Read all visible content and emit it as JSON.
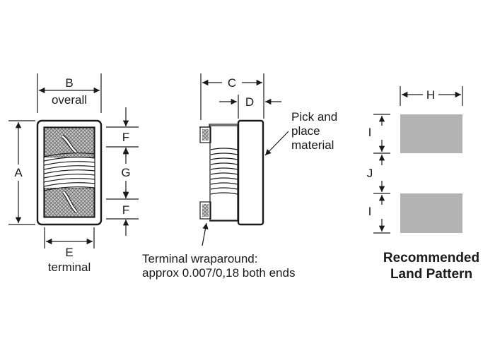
{
  "labels": {
    "B": "B",
    "overall": "overall",
    "E": "E",
    "terminal": "terminal",
    "A": "A",
    "F_top": "F",
    "G": "G",
    "F_bottom": "F",
    "C": "C",
    "D": "D",
    "pick_line1": "Pick and",
    "pick_line2": "place",
    "pick_line3": "material",
    "wrap_line1": "Terminal wraparound:",
    "wrap_line2": "approx 0.007/0,18 both ends",
    "H": "H",
    "I_top": "I",
    "J": "J",
    "I_bottom": "I",
    "land_line1": "Recommended",
    "land_line2": "Land Pattern"
  },
  "colors": {
    "ink": "#1a1a1a",
    "pad_gray": "#b3b3b3",
    "hatch_gray": "#9a9a9a"
  }
}
